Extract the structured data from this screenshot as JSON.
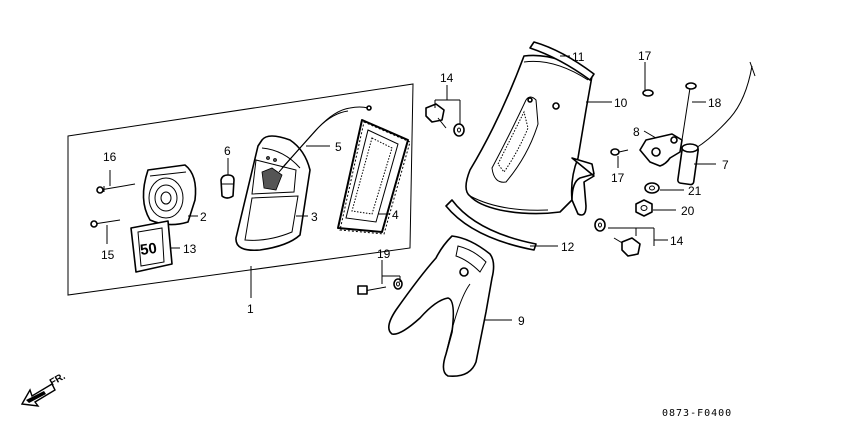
{
  "diagram_code": "0873-F0400",
  "front_label": "FR.",
  "callouts": {
    "c1": "1",
    "c2": "2",
    "c3": "3",
    "c4": "4",
    "c5": "5",
    "c6": "6",
    "c7": "7",
    "c8": "8",
    "c9": "9",
    "c10": "10",
    "c11": "11",
    "c12": "12",
    "c13": "13",
    "c14a": "14",
    "c14b": "14",
    "c15": "15",
    "c16": "16",
    "c17a": "17",
    "c17b": "17",
    "c18": "18",
    "c19": "19",
    "c20": "20",
    "c21": "21"
  },
  "emblem_text": "50"
}
